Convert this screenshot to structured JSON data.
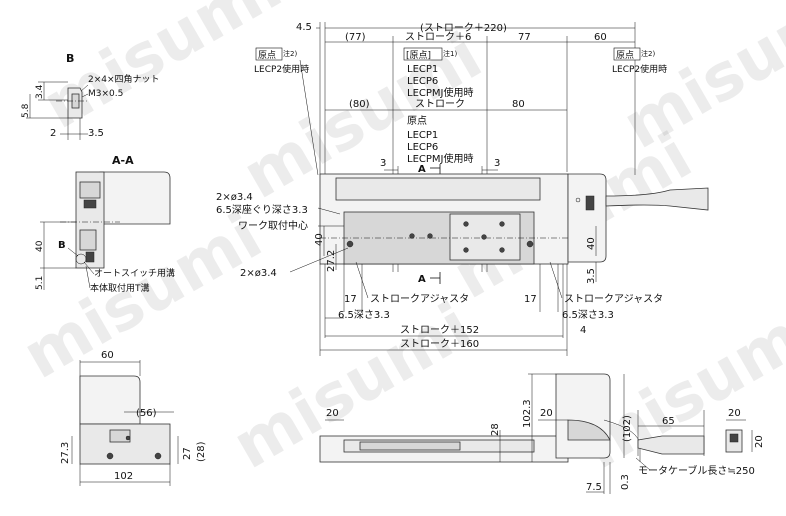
{
  "views": {
    "detail_b": {
      "title": "B",
      "nut_label": "2×4×四角ナット",
      "thread": "M3×0.5",
      "dims": [
        "3.4",
        "5.8",
        "2",
        "3.5"
      ]
    },
    "section_aa": {
      "title": "A-A",
      "dims": [
        "40",
        "5.1"
      ],
      "callout_b": "B",
      "label_switch": "オートスイッチ用溝",
      "label_tslot": "本体取付用T溝"
    },
    "top": {
      "dim_top": [
        "4.5",
        "(ストローク＋220)"
      ],
      "dim_row2": [
        "(77)",
        "ストローク＋6",
        "77",
        "60"
      ],
      "origin_left": {
        "tag": "原点",
        "note": "注2)",
        "text": "LECP2使用時"
      },
      "origin_right": {
        "tag": "原点",
        "note": "注2)",
        "text": "LECP2使用時"
      },
      "origin_center": {
        "tag": "[原点]",
        "note": "注1)",
        "lines": [
          "LECP1",
          "LECP6",
          "LECPMJ使用時"
        ]
      },
      "dim_row3": [
        "(80)",
        "ストローク",
        "80"
      ],
      "origin2": {
        "tag": "原点",
        "lines": [
          "LECP1",
          "LECP6",
          "LECPMJ使用時"
        ]
      },
      "dim_3": [
        "3",
        "3"
      ],
      "section_mark": "A",
      "hole_label": [
        "2×ø3.4",
        "6.5深座ぐり深さ3.3"
      ],
      "work_center": "ワーク取付中心",
      "dims_left": [
        "40",
        "27.2"
      ],
      "hole_label2": "2×ø3.4",
      "dims_right": [
        "40",
        "3.5"
      ],
      "adjuster_left": "ストロークアジャスタ",
      "adjuster_right": "ストロークアジャスタ",
      "dim_17": [
        "17",
        "17"
      ],
      "counterbore": [
        "6.5深さ3.3",
        "6.5深さ3.3"
      ],
      "dim_152": "ストローク＋152",
      "dim_4": "4",
      "dim_160": "ストローク＋160"
    },
    "end_view": {
      "dims": [
        "60",
        "(56)",
        "27.3",
        "27",
        "(28)",
        "102"
      ]
    },
    "front": {
      "dims": [
        "20",
        "28",
        "102.3",
        "20",
        "(102)",
        "7.5",
        "0.3"
      ]
    },
    "connector": {
      "dims": [
        "65",
        "20",
        "20"
      ],
      "cable": "モータケーブル長さ≒250"
    }
  },
  "watermark": "misumi"
}
